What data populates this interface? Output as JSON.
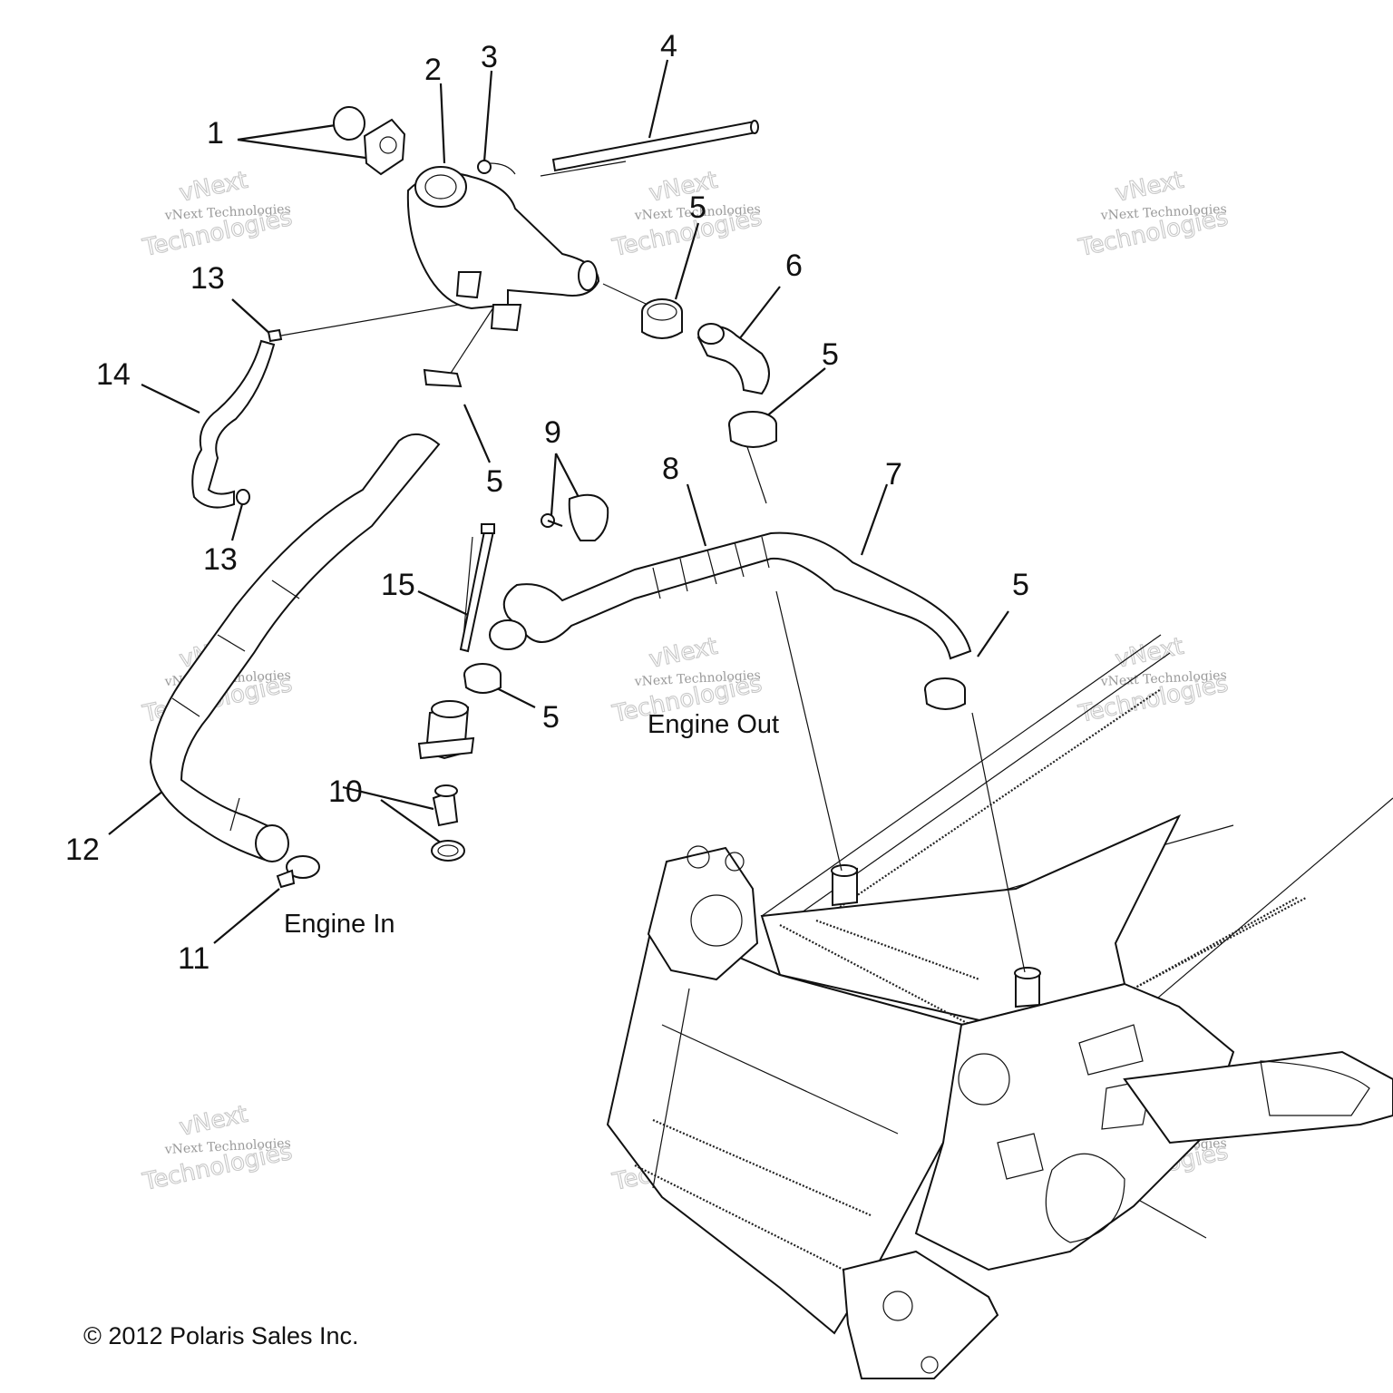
{
  "diagram": {
    "callouts": {
      "c1": "1",
      "c2": "2",
      "c3": "3",
      "c4": "4",
      "c5a": "5",
      "c5b": "5",
      "c5c": "5",
      "c5d": "5",
      "c5e": "5",
      "c6": "6",
      "c7": "7",
      "c8": "8",
      "c9": "9",
      "c10": "10",
      "c11": "11",
      "c12": "12",
      "c13a": "13",
      "c13b": "13",
      "c14": "14",
      "c15": "15"
    },
    "labels": {
      "engine_out": "Engine Out",
      "engine_in": "Engine In"
    },
    "copyright": "© 2012 Polaris Sales Inc.",
    "watermark": {
      "line1": "vNext Technologies",
      "line2": "vNext",
      "line3": "Technologies"
    }
  }
}
